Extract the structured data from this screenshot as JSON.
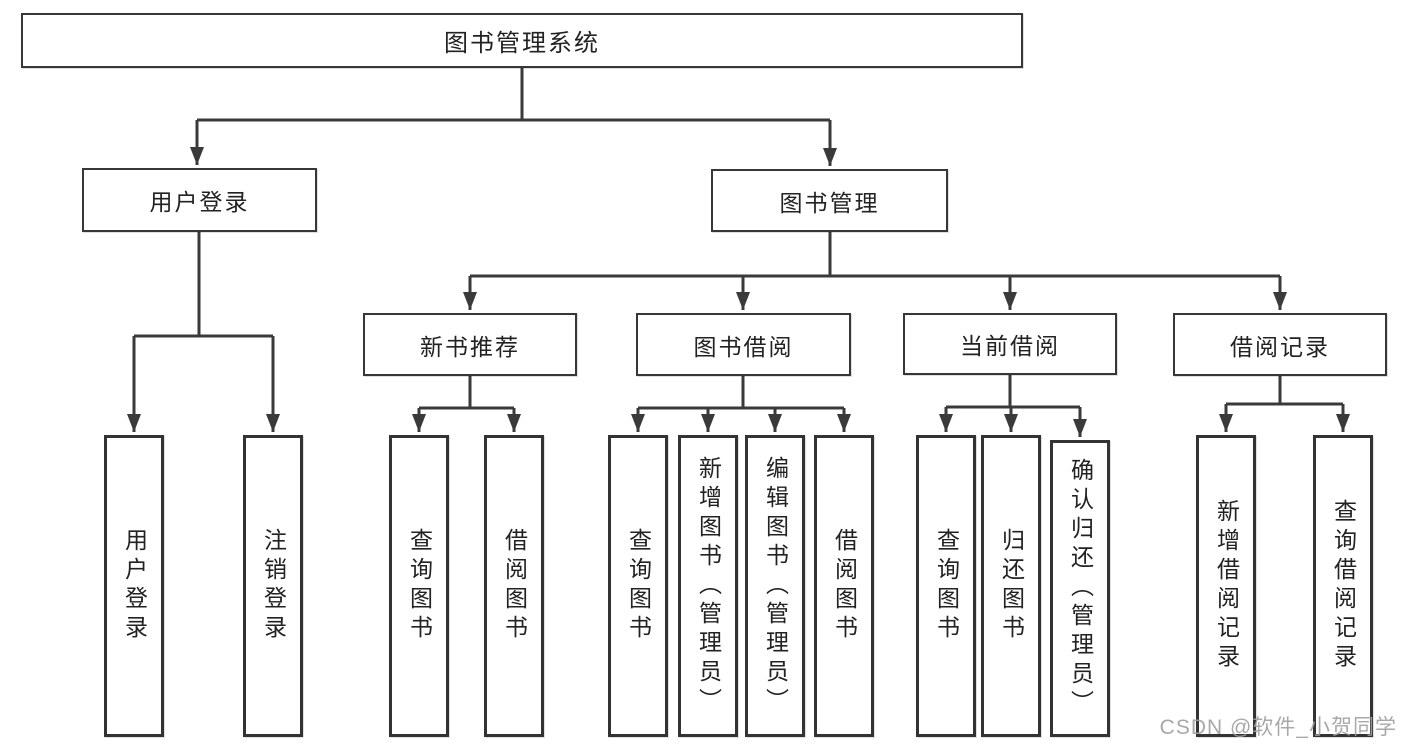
{
  "diagram_title": "图书管理系统",
  "tree": {
    "label": "图书管理系统",
    "children": [
      {
        "label": "用户登录",
        "children": [
          {
            "label": "用户登录"
          },
          {
            "label": "注销登录"
          }
        ]
      },
      {
        "label": "图书管理",
        "children": [
          {
            "label": "新书推荐",
            "children": [
              {
                "label": "查询图书"
              },
              {
                "label": "借阅图书"
              }
            ]
          },
          {
            "label": "图书借阅",
            "children": [
              {
                "label": "查询图书"
              },
              {
                "label": "新增图书（管理员）"
              },
              {
                "label": "编辑图书（管理员）"
              },
              {
                "label": "借阅图书"
              }
            ]
          },
          {
            "label": "当前借阅",
            "children": [
              {
                "label": "查询图书"
              },
              {
                "label": "归还图书"
              },
              {
                "label": "确认归还（管理员）"
              }
            ]
          },
          {
            "label": "借阅记录",
            "children": [
              {
                "label": "新增借阅记录"
              },
              {
                "label": "查询借阅记录"
              }
            ]
          }
        ]
      }
    ]
  },
  "watermark": "CSDN @软件_小贺同学",
  "colors": {
    "line": "#3a3a3a",
    "box_border": "#333333",
    "text": "#222222",
    "watermark": "#9e9e9e",
    "background": "#ffffff"
  }
}
